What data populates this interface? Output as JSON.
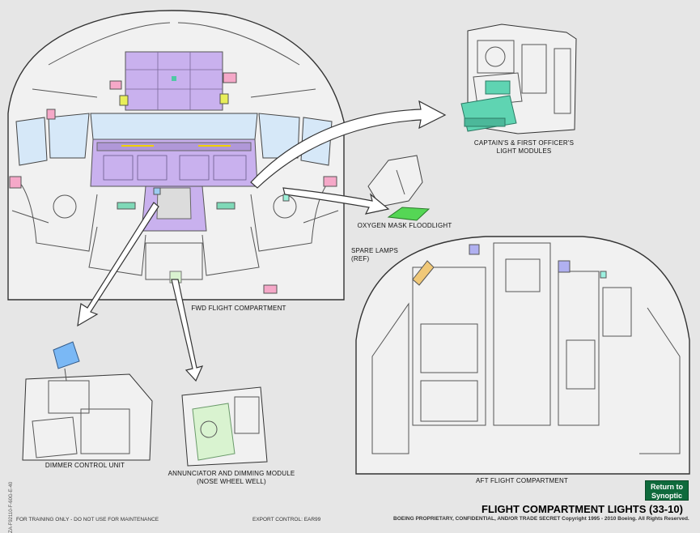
{
  "labels": {
    "fwd_compartment": "FWD FLIGHT COMPARTMENT",
    "captain_fo_line1": "CAPTAIN'S & FIRST OFFICER'S",
    "captain_fo_line2": "LIGHT MODULES",
    "oxygen_mask": "OXYGEN MASK FLOODLIGHT",
    "spare_lamps_line1": "SPARE LAMPS",
    "spare_lamps_line2": "(REF)",
    "dimmer_control": "DIMMER CONTROL UNIT",
    "annunciator_line1": "ANNUNCIATOR AND DIMMING MODULE",
    "annunciator_line2": "(NOSE WHEEL WELL)",
    "aft_compartment": "AFT FLIGHT COMPARTMENT"
  },
  "title": "FLIGHT COMPARTMENT LIGHTS (33-10)",
  "return_button": {
    "line1": "Return to",
    "line2": "Synoptic"
  },
  "footer": {
    "left": "FOR TRAINING ONLY - DO NOT USE FOR MAINTENANCE",
    "middle": "EXPORT CONTROL: EAR99",
    "bottom": "BOEING PROPRIETARY, CONFIDENTIAL, AND/OR TRADE SECRET   Copyright 1995 - 2010   Boeing. All Rights Reserved."
  },
  "side_code": "ZA-F92110-F-60G-E-40"
}
